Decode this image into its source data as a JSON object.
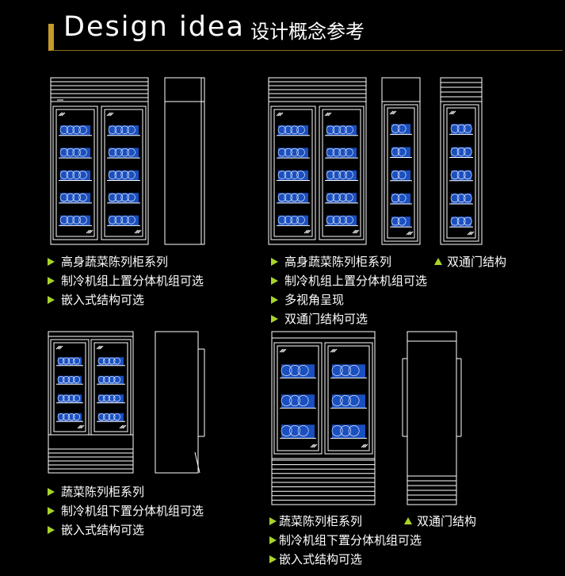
{
  "header": {
    "title": "Design idea",
    "subtitle": "设计概念参考"
  },
  "captions": {
    "a": [
      "高身蔬菜陈列柜系列",
      "制冷机组上置分体机组可选",
      "嵌入式结构可选"
    ],
    "b": [
      "高身蔬菜陈列柜系列",
      "制冷机组上置分体机组可选",
      "多视角呈现",
      "双通门结构可选"
    ],
    "b_extra": "双通门结构",
    "c": [
      "蔬菜陈列柜系列",
      "制冷机组下置分体机组可选",
      "嵌入式结构可选"
    ],
    "d": [
      "蔬菜陈列柜系列",
      "制冷机组下置分体机组可选",
      "嵌入式结构可选"
    ],
    "d_extra": "双通门结构"
  },
  "colors": {
    "accent": "#c59a2a",
    "bullet": "#a8d42a",
    "glass": "#1a4fbf",
    "line": "#ffffff",
    "shelf_pink": "#d86bd8"
  }
}
